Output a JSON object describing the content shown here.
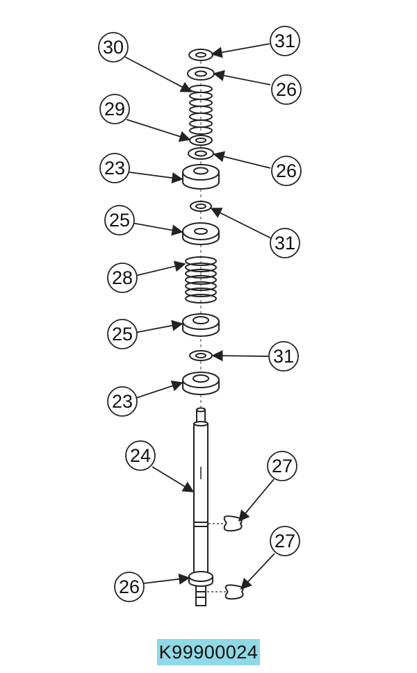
{
  "diagram": {
    "part_code": "K99900024",
    "callouts": [
      "30",
      "31",
      "26",
      "29",
      "26",
      "23",
      "25",
      "31",
      "28",
      "25",
      "31",
      "23",
      "24",
      "27",
      "27",
      "26"
    ]
  }
}
